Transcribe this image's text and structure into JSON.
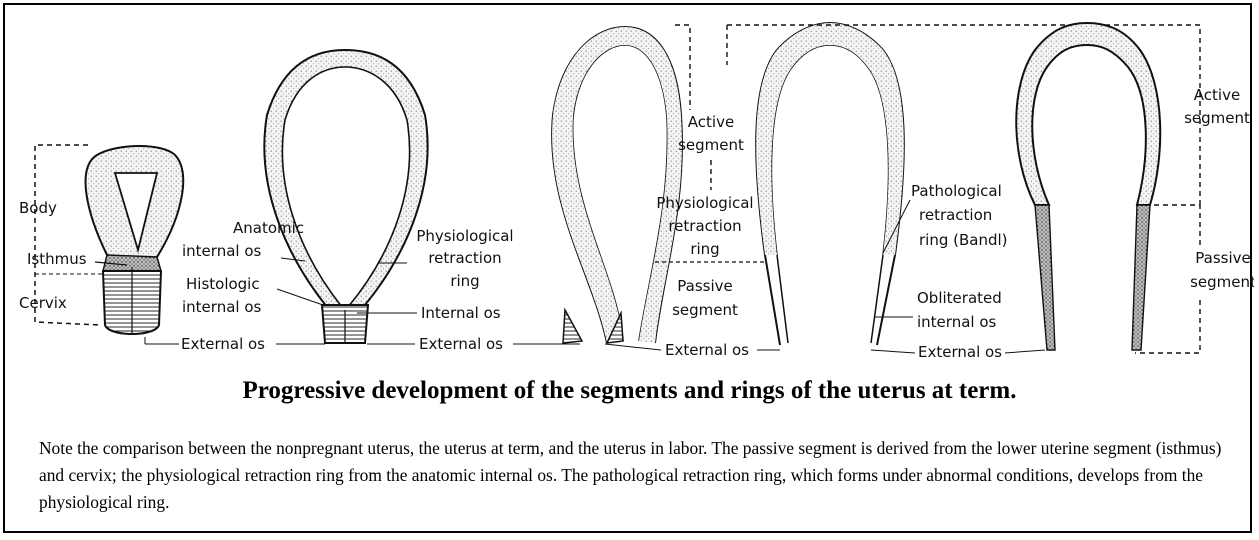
{
  "labels": {
    "body": "Body",
    "isthmus": "Isthmus",
    "cervix": "Cervix",
    "anatomic_l1": "Anatomic",
    "anatomic_l2": "internal os",
    "histologic_l1": "Histologic",
    "histologic_l2": "internal os",
    "external_os": "External os",
    "phys_ring_l1": "Physiological",
    "phys_ring_l2": "retraction",
    "phys_ring_l3": "ring",
    "internal_os": "Internal os",
    "active_l1": "Active",
    "active_l2": "segment",
    "passive_l1": "Passive",
    "passive_l2": "segment",
    "path_ring_l1": "Pathological",
    "path_ring_l2": "retraction",
    "path_ring_l3": "ring (Bandl)",
    "obliterated_l1": "Obliterated",
    "obliterated_l2": "internal os"
  },
  "caption": {
    "title": "Progressive development of the segments and rings of the uterus at term.",
    "note": "Note the comparison between the nonpregnant uterus, the uterus at term, and the uterus in labor. The passive segment is derived from the lower uterine segment (isthmus) and cervix; the physiological retraction ring from the anatomic internal os. The pathological retraction ring,  which forms under abnormal conditions, develops from the physiological ring."
  }
}
